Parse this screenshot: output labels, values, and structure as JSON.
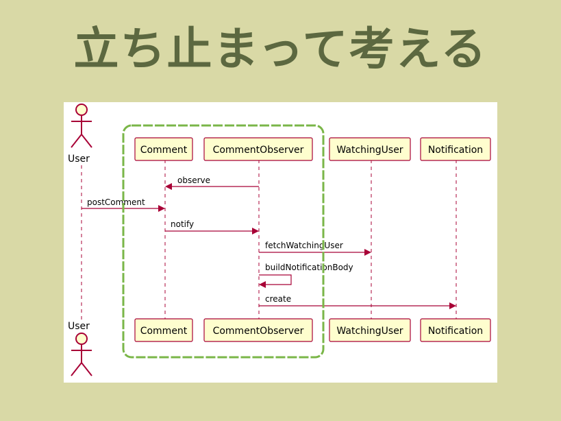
{
  "title": "立ち止まって考える",
  "colors": {
    "background": "#d9d9a6",
    "title": "#5c6840",
    "accent": "#a80036",
    "box_fill": "#fefece",
    "highlight": "#7ab648"
  },
  "actor": {
    "name": "User"
  },
  "participants": [
    {
      "id": "comment",
      "label": "Comment"
    },
    {
      "id": "comment-observer",
      "label": "CommentObserver"
    },
    {
      "id": "watching-user",
      "label": "WatchingUser"
    },
    {
      "id": "notification",
      "label": "Notification"
    }
  ],
  "messages": [
    {
      "from": "CommentObserver",
      "to": "Comment",
      "label": "observe"
    },
    {
      "from": "User",
      "to": "Comment",
      "label": "postComment"
    },
    {
      "from": "Comment",
      "to": "CommentObserver",
      "label": "notify"
    },
    {
      "from": "CommentObserver",
      "to": "WatchingUser",
      "label": "fetchWatchingUser"
    },
    {
      "from": "CommentObserver",
      "to": "CommentObserver",
      "label": "buildNotificationBody"
    },
    {
      "from": "CommentObserver",
      "to": "Notification",
      "label": "create"
    }
  ]
}
